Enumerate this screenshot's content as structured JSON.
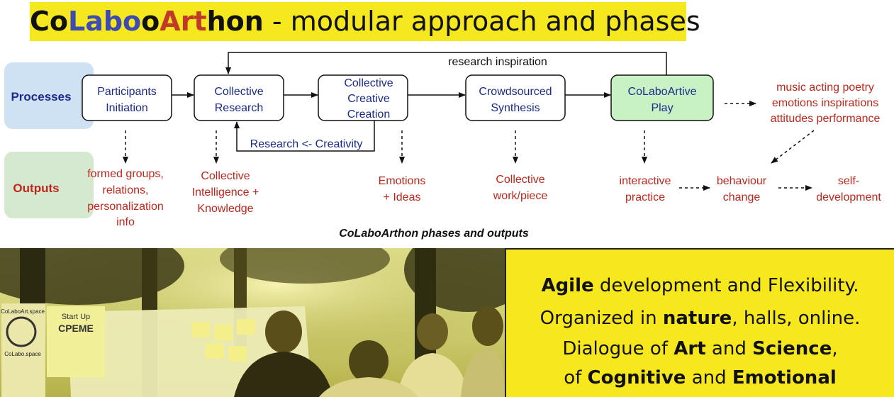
{
  "title": {
    "part_co": "Co",
    "part_labo": "Labo",
    "part_o": "o",
    "part_art": "Art",
    "part_hon": "hon",
    "part_rest": " - modular approach and phases"
  },
  "diagram": {
    "row_processes": "Processes",
    "row_outputs": "Outputs",
    "processes": [
      {
        "line1": "Participants",
        "line2": "Initiation",
        "line3": ""
      },
      {
        "line1": "Collective",
        "line2": "Research",
        "line3": ""
      },
      {
        "line1": "Collective",
        "line2": "Creative",
        "line3": "Creation"
      },
      {
        "line1": "Crowdsourced",
        "line2": "Synthesis",
        "line3": ""
      },
      {
        "line1": "CoLaboArtive",
        "line2": "Play",
        "line3": ""
      }
    ],
    "feedback_top": "research inspiration",
    "feedback_bottom": "Research <- Creativity",
    "play_outputs": [
      "music acting poetry",
      "emotions inspirations",
      "attitudes performance"
    ],
    "outputs": [
      [
        "formed groups,",
        "relations,",
        "personalization",
        "info"
      ],
      [
        "Collective",
        "Intelligence +",
        "Knowledge"
      ],
      [
        "Emotions",
        "+ Ideas"
      ],
      [
        "Collective",
        "work/piece"
      ],
      [
        "interactive",
        "practice"
      ]
    ],
    "chain": [
      [
        "behaviour",
        "change"
      ],
      [
        "self-",
        "development"
      ]
    ],
    "caption": "CoLaboArthon phases and outputs"
  },
  "panel": {
    "l1_bold": "Agile",
    "l1_rest": " development and Flexibility.",
    "l2_pre": "Organized in ",
    "l2_bold": "nature",
    "l2_rest": ", halls, online.",
    "l3_pre": "Dialogue of ",
    "l3_b1": "Art",
    "l3_mid": " and ",
    "l3_b2": "Science",
    "l3_rest": ",",
    "l4_pre": "of ",
    "l4_b1": "Cognitive",
    "l4_mid": " and ",
    "l4_b2": "Emotional"
  },
  "photo": {
    "sign_top": "CoLaboArt.space",
    "sign_bottom": "CoLabo.space",
    "poster_line1": "Start Up",
    "poster_line2": "СРЕМЕ"
  },
  "colors": {
    "yellow": "#f5e81e",
    "process_blue": "#1c2a8c",
    "output_red": "#c0261c",
    "play_green": "#c9f2c4",
    "row_label_bg": "#cfe2f3",
    "outputs_label_bg": "#d4e9d0"
  }
}
